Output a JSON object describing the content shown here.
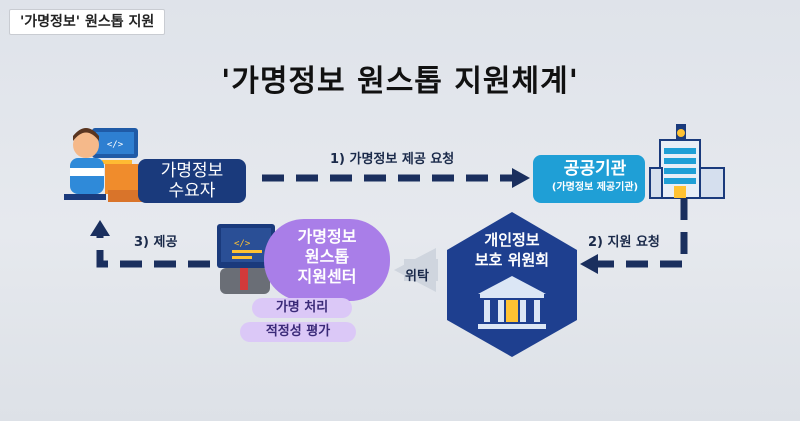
{
  "header": {
    "tag": "'가명정보' 원스톱 지원"
  },
  "title": "'가명정보 원스톱 지원체계'",
  "nodes": {
    "consumer": {
      "line1": "가명정보",
      "line2": "수요자"
    },
    "agency": {
      "label": "공공기관",
      "sub": "(가명정보 제공기관)"
    },
    "commission": {
      "line1": "개인정보",
      "line2": "보호 위원회"
    },
    "center": {
      "line1": "가명정보",
      "line2": "원스톱",
      "line3": "지원센터"
    }
  },
  "services": [
    "가명 처리",
    "적정성 평가"
  ],
  "arrows": {
    "step1": "1) 가명정보 제공 요청",
    "step2": "2) 지원 요청",
    "step3": "3) 제공",
    "delegate": "위탁"
  },
  "colors": {
    "navy": "#1a3a7c",
    "cyan": "#1f9fd6",
    "purple": "#a97ee8",
    "lavender": "#dbc8f7",
    "hex": "#1e3f8f"
  }
}
